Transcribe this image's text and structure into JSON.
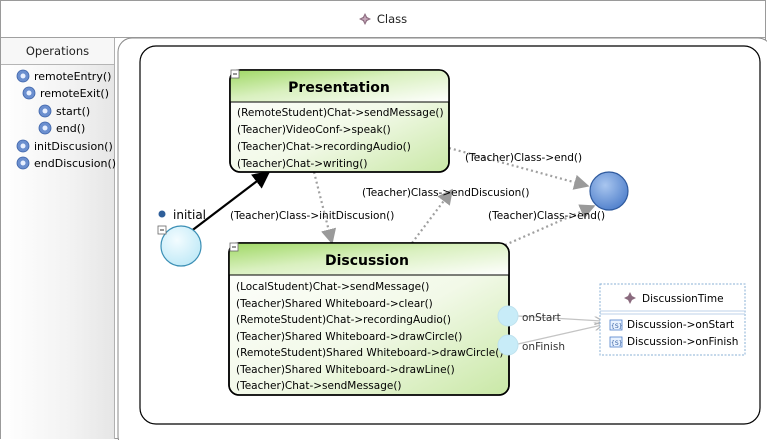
{
  "header": {
    "title": "Class",
    "icon": "class-icon"
  },
  "operations": {
    "title": "Operations",
    "items": [
      {
        "label": "remoteEntry()",
        "icon": "operation-gear-icon"
      },
      {
        "label": "remoteExit()",
        "icon": "operation-gear-icon"
      },
      {
        "label": "start()",
        "icon": "operation-gear-icon"
      },
      {
        "label": "end()",
        "icon": "operation-gear-icon"
      },
      {
        "label": "initDiscusion()",
        "icon": "operation-gear-icon"
      },
      {
        "label": "endDiscusion()",
        "icon": "operation-gear-icon"
      }
    ]
  },
  "diagram": {
    "initial_label": "initial",
    "states": {
      "presentation": {
        "title": "Presentation",
        "actions": [
          "(RemoteStudent)Chat->sendMessage()",
          "(Teacher)VideoConf->speak()",
          "(Teacher)Chat->recordingAudio()",
          "(Teacher)Chat->writing()"
        ]
      },
      "discussion": {
        "title": "Discussion",
        "actions": [
          "(LocalStudent)Chat->sendMessage()",
          "(Teacher)Shared Whiteboard->clear()",
          "(RemoteStudent)Chat->recordingAudio()",
          "(Teacher)Shared Whiteboard->drawCircle()",
          "(RemoteStudent)Shared Whiteboard->drawCircle()",
          "(Teacher)Shared Whiteboard->drawLine()",
          "(Teacher)Chat->sendMessage()"
        ]
      }
    },
    "transitions": {
      "init_discussion": "(Teacher)Class->initDiscusion()",
      "end_discussion": "(Teacher)Class->endDiscusion()",
      "pres_end": "(Teacher)Class->end()",
      "disc_end": "(Teacher)Class->end()"
    },
    "ports": {
      "on_start": "onStart",
      "on_finish": "onFinish"
    },
    "timer": {
      "title": "DiscussionTime",
      "items": [
        "Discussion->onStart",
        "Discussion->onFinish"
      ]
    },
    "colors": {
      "state_green": "#b8e08a",
      "state_light": "#f6fbee",
      "initial_fill": "#d6f2fb",
      "final_fill": "#6f98d8",
      "dotted": "#a8a8a8",
      "class_icon": "#9a7a8a"
    }
  }
}
